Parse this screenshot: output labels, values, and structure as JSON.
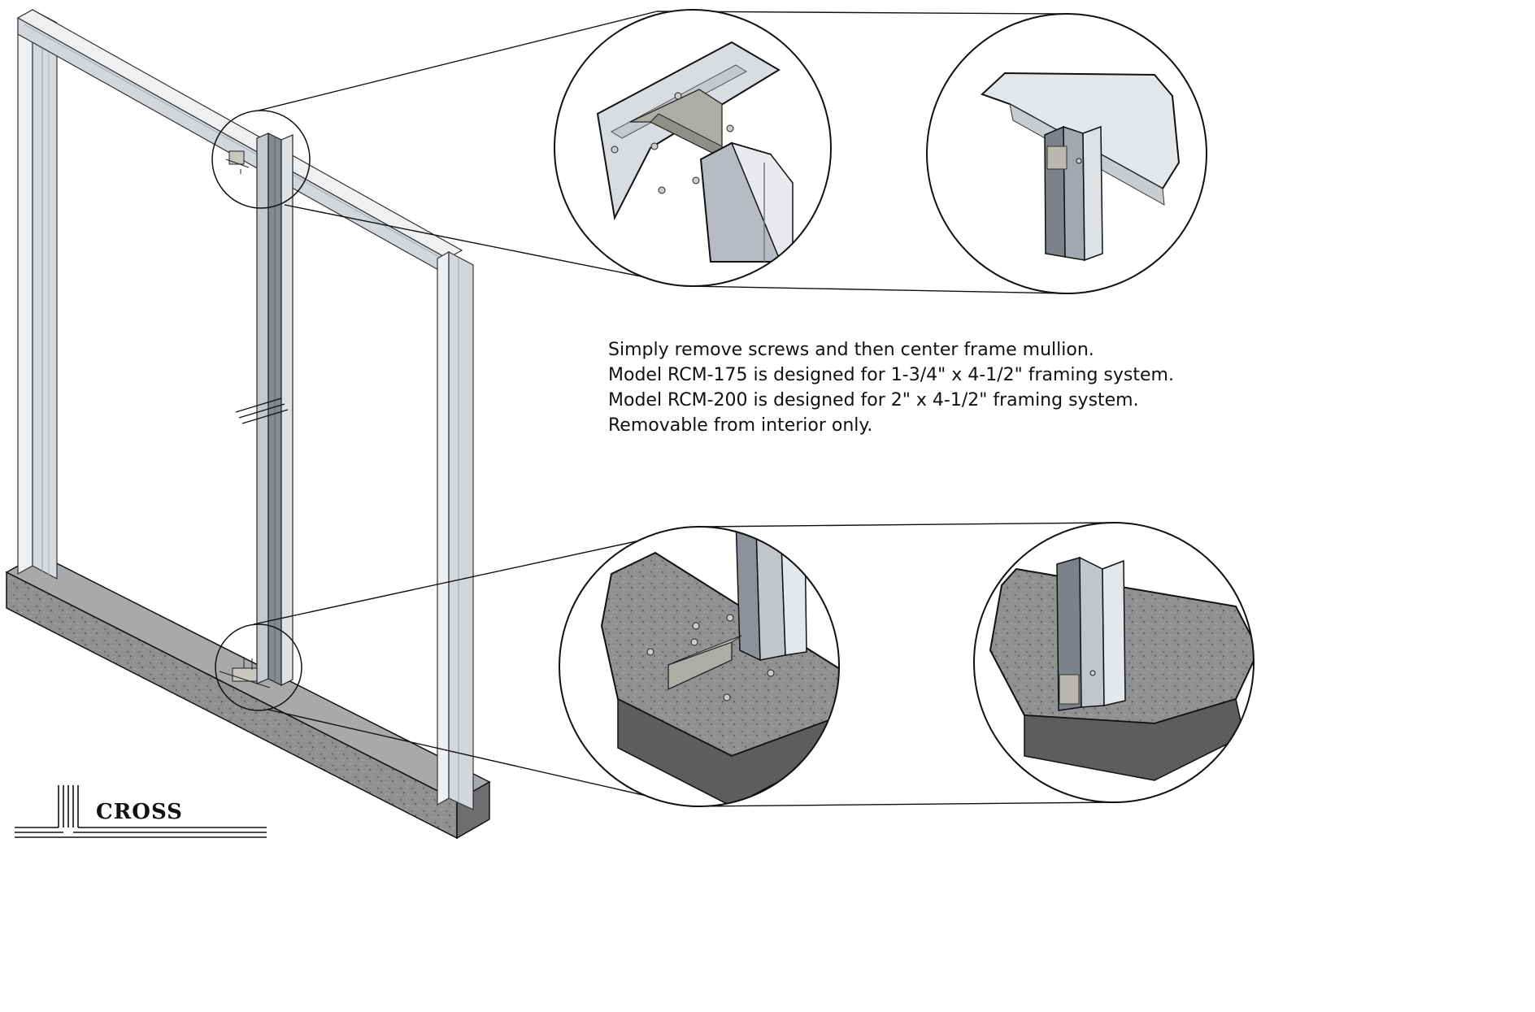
{
  "description_lines": [
    "Simply remove screws and then center frame mullion.",
    "Model RCM-175 is designed for 1-3/4\" x 4-1/2\" framing system.",
    "Model RCM-200 is designed for 2\" x 4-1/2\" framing system.",
    "Removable from interior only."
  ],
  "logo": {
    "text": "CROSS"
  },
  "colors": {
    "frame_light": "#e4e7ea",
    "frame_mid": "#c9ced3",
    "mullion_dark": "#7b8087",
    "concrete": "#8d8f91",
    "concrete_dark": "#5e6062",
    "bracket": "#b9b7b0",
    "outline": "#111111"
  },
  "details": [
    {
      "id": "top-removed",
      "icon": "detail-top-bracket-exploded"
    },
    {
      "id": "top-installed",
      "icon": "detail-top-bracket-installed"
    },
    {
      "id": "bottom-removed",
      "icon": "detail-bottom-bracket-exploded"
    },
    {
      "id": "bottom-installed",
      "icon": "detail-bottom-bracket-installed"
    }
  ]
}
